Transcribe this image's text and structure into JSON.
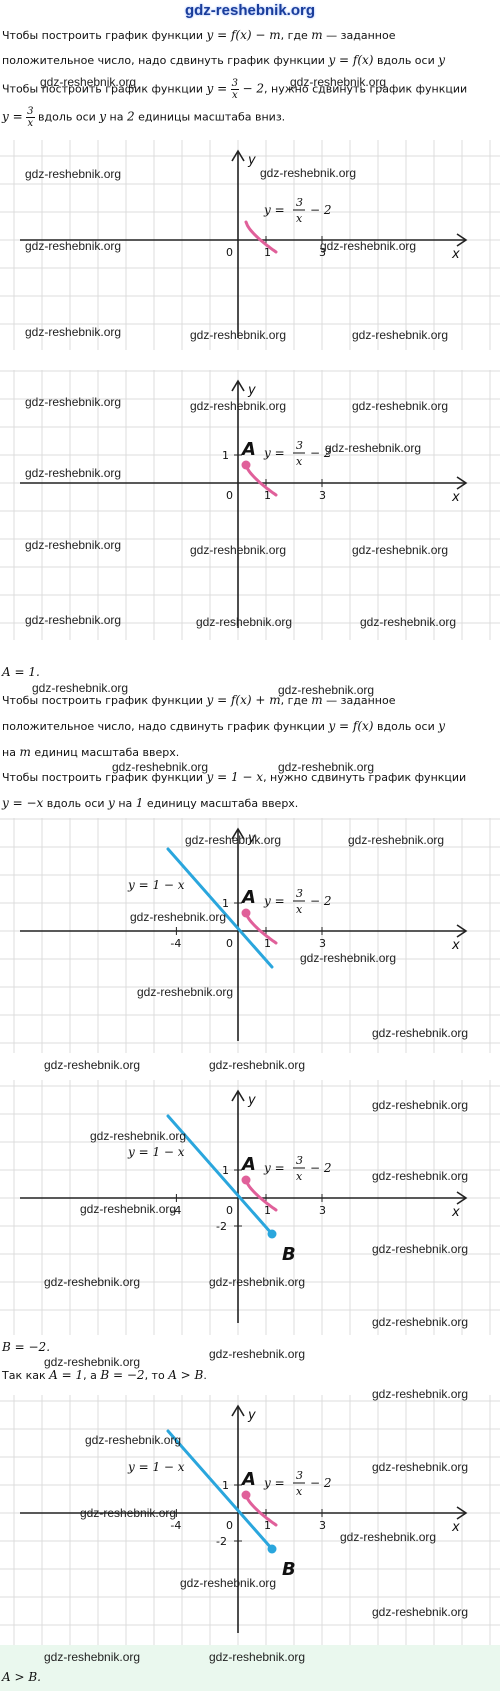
{
  "header": {
    "site": "gdz-reshebnik.org"
  },
  "watermark": "gdz-reshebnik.org",
  "text": {
    "p1_a": "Чтобы построить график функции ",
    "p1_m1": "y = f(x) − m",
    "p1_b": ", где ",
    "p1_m2": "m",
    "p1_c": " — заданное",
    "p1_l2a": "положительное число, надо сдвинуть график функции ",
    "p1_m3": "y = f(x)",
    "p1_l2b": " вдоль оси ",
    "p1_m4": "y",
    "p2_a": "Чтобы построить график функции ",
    "p2_y": "y =",
    "p2_num": "3",
    "p2_den": "x",
    "p2_tail": "− 2",
    "p2_b": ", нужно сдвинуть график функции",
    "p3_y": "y =",
    "p3_num": "3",
    "p3_den": "x",
    "p3_b": " вдоль оси ",
    "p3_m": "y",
    "p3_c": " на ",
    "p3_n": "2",
    "p3_d": " единицы масштаба вниз.",
    "a_val": "A = 1.",
    "p4_a": "Чтобы построить график функции ",
    "p4_m1": "y = f(x) + m",
    "p4_b": ", где ",
    "p4_m2": "m",
    "p4_c": " — заданное",
    "p4_l2a": "положительное число, надо сдвинуть график функции ",
    "p4_m3": "y = f(x)",
    "p4_l2b": " вдоль оси ",
    "p4_m4": "y",
    "p4_l3a": "на ",
    "p4_m5": "m",
    "p4_l3b": " единиц масштаба вверх.",
    "p5_a": "Чтобы построить график функции ",
    "p5_m": "y = 1 − x",
    "p5_b": ", нужно сдвинуть график функции",
    "p6_m": "y = −x",
    "p6_b": " вдоль оси ",
    "p6_y": "y",
    "p6_c": " на ",
    "p6_n": "1",
    "p6_d": " единицу масштаба вверх.",
    "b_val": "B = −2.",
    "cmp_a": "Так как ",
    "cmp_m1": "A = 1",
    "cmp_b": ", а ",
    "cmp_m2": "B = −2",
    "cmp_c": ", то ",
    "cmp_m3": "A > B",
    "cmp_d": ".",
    "final": "A > B."
  },
  "graph": {
    "axis_x": "x",
    "axis_y": "y",
    "origin": "0",
    "tick_1": "1",
    "tick_3": "3",
    "tick_neg4": "-4",
    "tick_neg2": "-2",
    "ytick_1": "1",
    "hyperbola_label_y": "y =",
    "hyperbola_label_num": "3",
    "hyperbola_label_den": "x",
    "hyperbola_label_tail": "− 2",
    "line_label": "y = 1 − x",
    "point_a": "A",
    "point_b": "B",
    "colors": {
      "hyperbola": "#e0609a",
      "line": "#2aa6dd",
      "grid": "#dcdcdc",
      "axis": "#222222"
    }
  }
}
